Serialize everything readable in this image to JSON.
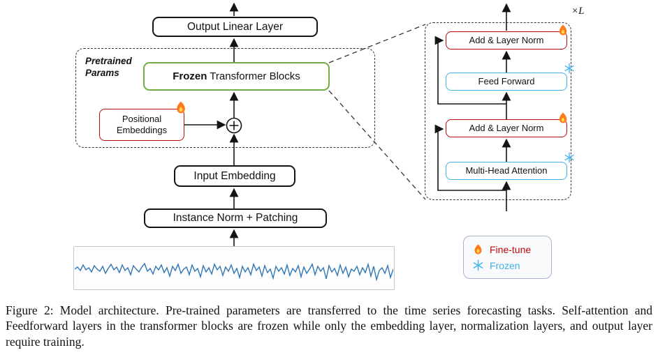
{
  "pipeline": {
    "output_layer": "Output Linear Layer",
    "pretrained_group_label": "Pretrained Params",
    "frozen_blocks_bold": "Frozen",
    "frozen_blocks_rest": " Transformer Blocks",
    "positional_embeddings": "Positional Embeddings",
    "input_embedding": "Input Embedding",
    "instance_norm": "Instance Norm + Patching"
  },
  "transformer_detail": {
    "repeat_label": "×L",
    "add_norm_top": "Add & Layer Norm",
    "feed_forward": "Feed Forward",
    "add_norm_bottom": "Add & Layer Norm",
    "multi_head_attention": "Multi-Head Attention"
  },
  "legend": {
    "fine_tune": "Fine-tune",
    "frozen": "Frozen"
  },
  "icons": {
    "fine_tune": "flame-icon",
    "frozen": "snowflake-icon"
  },
  "colors": {
    "fine_tune_red": "#bb0a0a",
    "frozen_blue": "#41b0e4",
    "frozen_block_green": "#70ad47",
    "series_blue": "#2e75b6"
  },
  "figure": {
    "caption": "Figure 2:  Model architecture.  Pre-trained parameters are transferred to the time series forecasting tasks. Self-attention and Feedforward layers in the transformer blocks are frozen while only the embedding layer, normalization layers, and output layer require training."
  }
}
